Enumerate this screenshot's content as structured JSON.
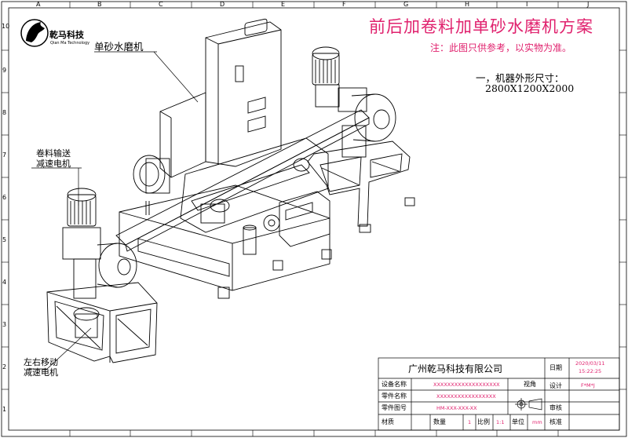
{
  "title": "前后加卷料加单砂水磨机方案",
  "note": "注：此图只供参考，以实物为准。",
  "spec": {
    "label": "一，机器外形尺寸：",
    "value": "2800X1200X2000"
  },
  "logo": {
    "name": "乾马科技",
    "sub": "Qian Ma Technology"
  },
  "callouts": {
    "machine": "单砂水磨机",
    "feed_motor_l1": "卷料输送",
    "feed_motor_l2": "减速电机",
    "move_motor_l1": "左右移动",
    "move_motor_l2": "减速电机"
  },
  "grid": {
    "top": [
      "A",
      "B",
      "C",
      "D",
      "E",
      "F",
      "G",
      "H",
      "I",
      "J"
    ],
    "left": [
      "10",
      "9",
      "8",
      "7",
      "6",
      "5",
      "4",
      "3",
      "2",
      "1"
    ]
  },
  "title_block": {
    "company": "广州乾马科技有限公司",
    "date_label": "日期",
    "date_value": "2020/03/11",
    "time_value": "15:22:25",
    "equipment_name_label": "设备名称",
    "equipment_name_value": "XXXXXXXXXXXXXXXXXXX",
    "part_name_label": "零件名称",
    "part_name_value": "XXXXXXXXXXXXXXXXX",
    "part_no_label": "零件图号",
    "part_no_value": "HM-XXX-XXX-XX",
    "view_label": "视角",
    "design_label": "设计",
    "design_value": "F*M*J",
    "review_label": "审核",
    "approve_label": "核准",
    "material_label": "材质",
    "qty_label": "数量",
    "qty_value": "1",
    "scale_label": "比例",
    "scale_value": "1:1",
    "unit_label": "单位",
    "unit_value": "mm"
  },
  "colors": {
    "accent": "#e0226e",
    "line": "#000000"
  }
}
